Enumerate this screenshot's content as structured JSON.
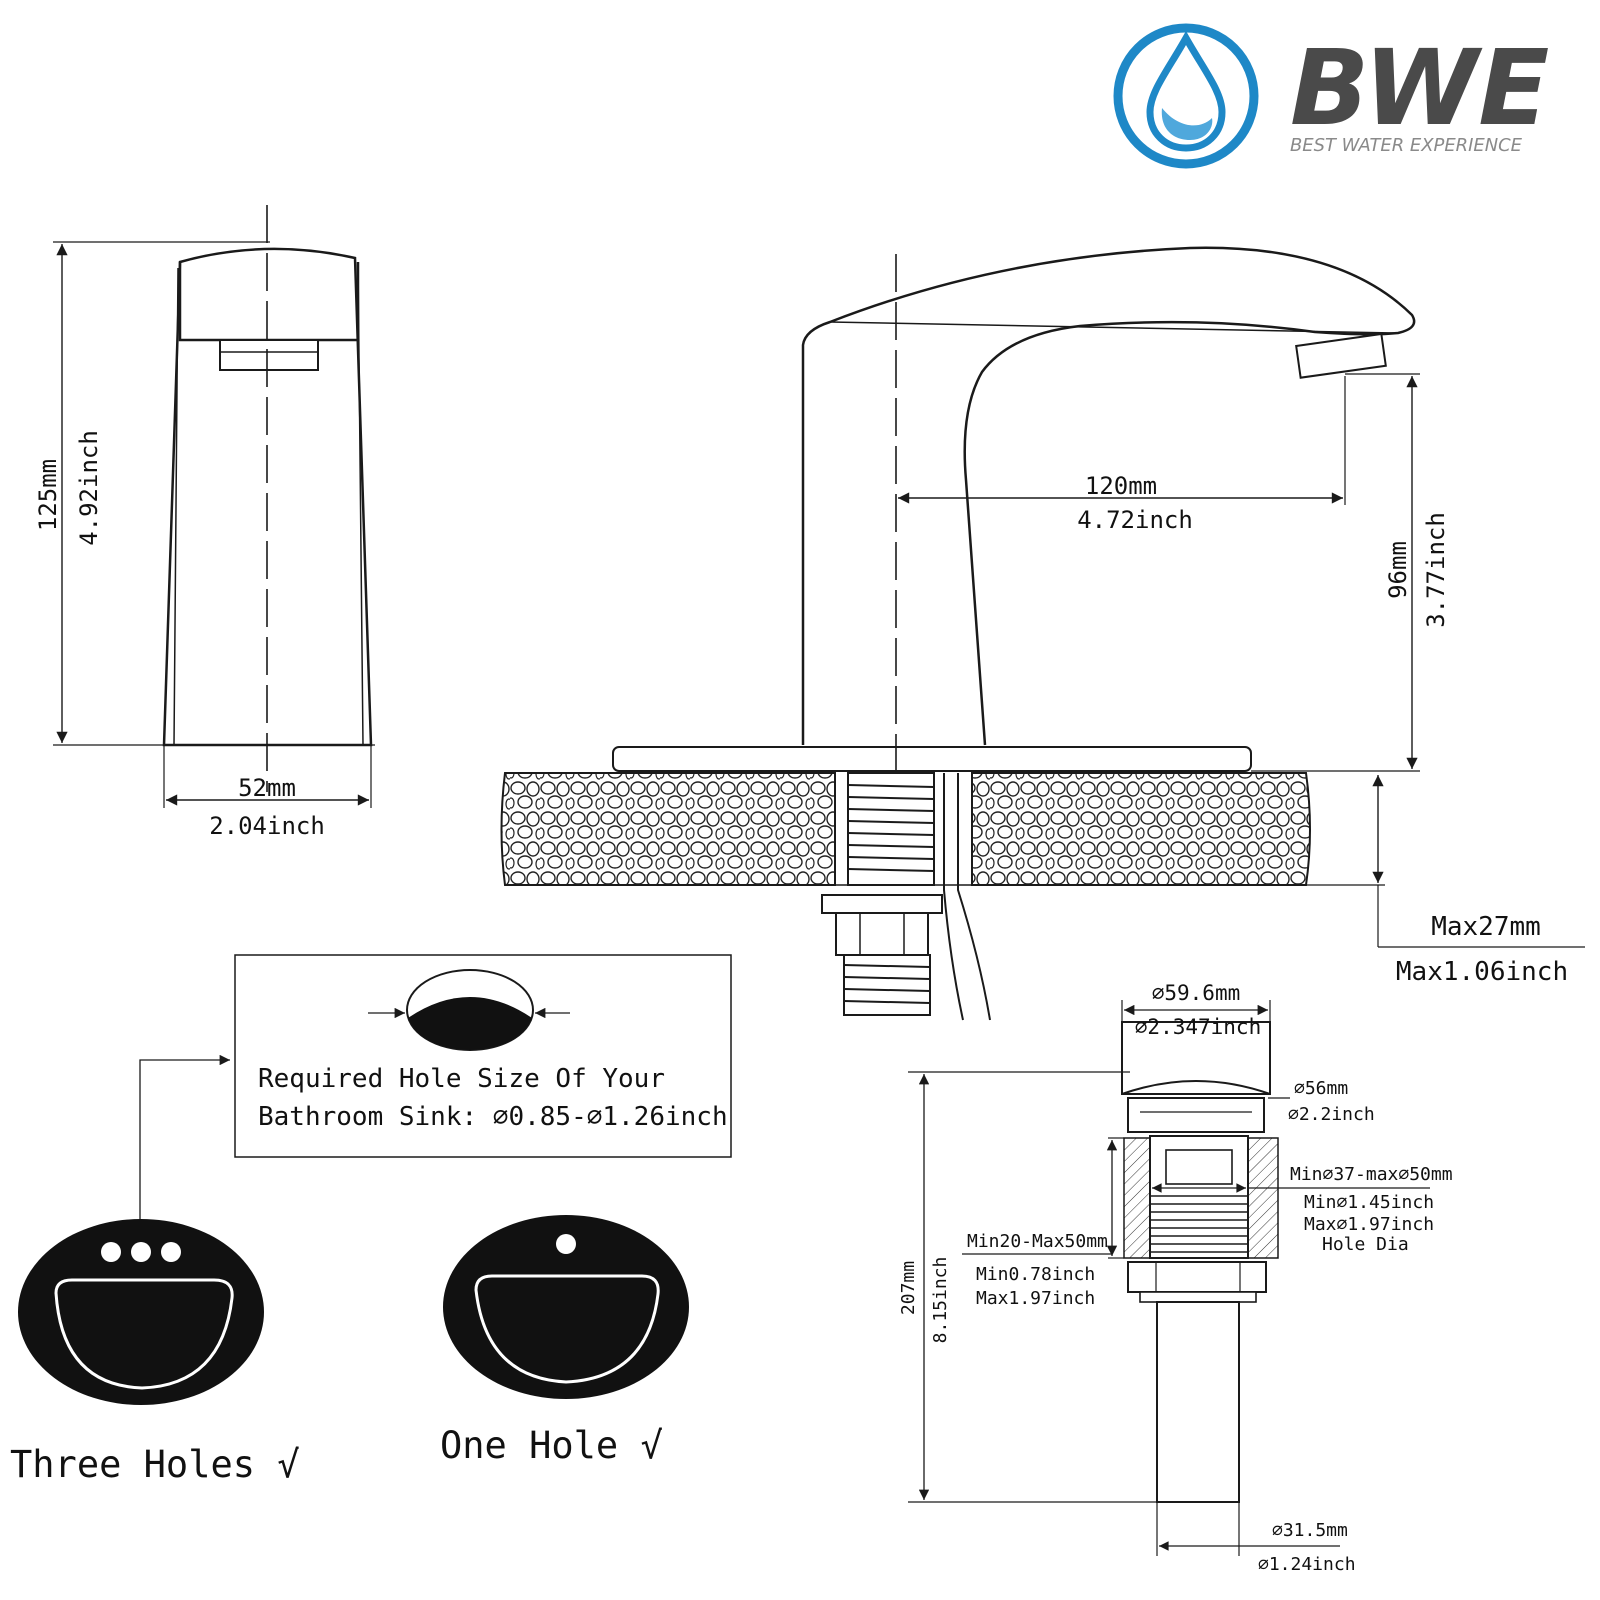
{
  "brand": {
    "name": "BWE",
    "tagline": "BEST WATER EXPERIENCE",
    "colors": {
      "ring": "#1e88c7",
      "drop": "#4fa8dc",
      "text": "#4a4a4a",
      "tagline": "#8a8a8a"
    }
  },
  "front_view": {
    "height": {
      "mm": "125mm",
      "inch": "4.92inch"
    },
    "width": {
      "mm": "52mm",
      "inch": "2.04inch"
    }
  },
  "side_view": {
    "reach": {
      "mm": "120mm",
      "inch": "4.72inch"
    },
    "spout_height": {
      "mm": "96mm",
      "inch": "3.77inch"
    },
    "deck_thickness": {
      "mm": "Max27mm",
      "inch": "Max1.06inch"
    }
  },
  "hole_box": {
    "line1": "Required Hole Size Of Your",
    "line2": "Bathroom Sink: ⌀0.85-⌀1.26inch"
  },
  "sinks": {
    "three_holes": "Three Holes √",
    "one_hole": "One Hole  √"
  },
  "drain": {
    "cap_diameter": {
      "mm": "⌀59.6mm",
      "inch": "⌀2.347inch"
    },
    "flange": {
      "mm": "⌀56mm",
      "inch": "⌀2.2inch"
    },
    "hole_dia": {
      "line1": "Min⌀37-max⌀50mm",
      "line2": "Min⌀1.45inch",
      "line3": "Max⌀1.97inch",
      "line4": "Hole Dia"
    },
    "thickness": {
      "mm": "Min20-Max50mm",
      "inch_min": "Min0.78inch",
      "inch_max": "Max1.97inch"
    },
    "total_height": {
      "mm": "207mm",
      "inch": "8.15inch"
    },
    "tail": {
      "mm": "⌀31.5mm",
      "inch": "⌀1.24inch"
    }
  }
}
